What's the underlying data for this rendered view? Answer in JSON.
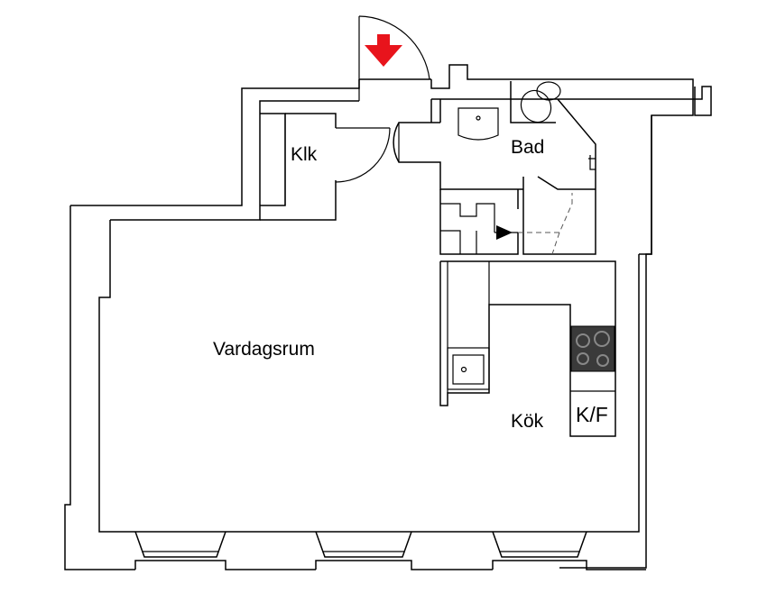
{
  "rooms": {
    "klk": "Klk",
    "bad": "Bad",
    "vardagsrum": "Vardagsrum",
    "kok": "Kök",
    "kf": "K/F"
  },
  "colors": {
    "wall": "#000000",
    "entrance_arrow": "#e8141c",
    "stove": "#3a3a3a",
    "burner": "#888888"
  },
  "icons": {
    "entrance": "entrance-arrow-icon",
    "toilet": "toilet-icon",
    "sink": "sink-icon",
    "kitchen_sink": "kitchen-sink-icon",
    "stove": "stove-icon",
    "stair_direction": "stair-arrow-icon",
    "tap": "tap-icon"
  }
}
